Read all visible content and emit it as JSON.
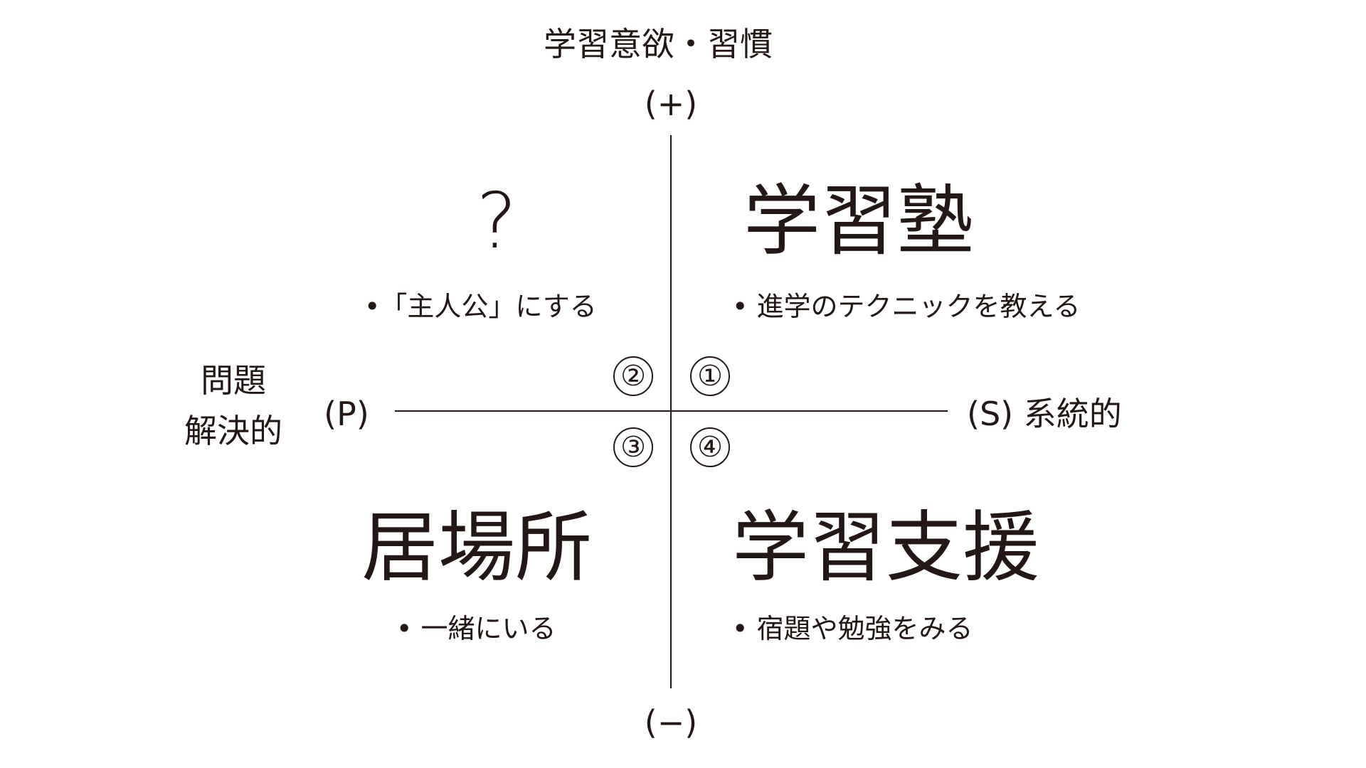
{
  "axes": {
    "vertical_title": "学習意欲・習慣",
    "top_label": "(+)",
    "bottom_label": "(−)",
    "left_label_line1": "問題",
    "left_label_line2": "解決的",
    "left_code": "(P)",
    "right_label": "(S) 系統的"
  },
  "quadrants": [
    {
      "number": "①",
      "title": "学習塾",
      "bullet": "• 進学のテクニックを教える"
    },
    {
      "number": "②",
      "title": "?",
      "bullet": "•「主人公」にする"
    },
    {
      "number": "③",
      "title": "居場所",
      "bullet": "• 一緒にいる"
    },
    {
      "number": "④",
      "title": "学習支援",
      "bullet": "• 宿題や勉強をみる"
    }
  ]
}
